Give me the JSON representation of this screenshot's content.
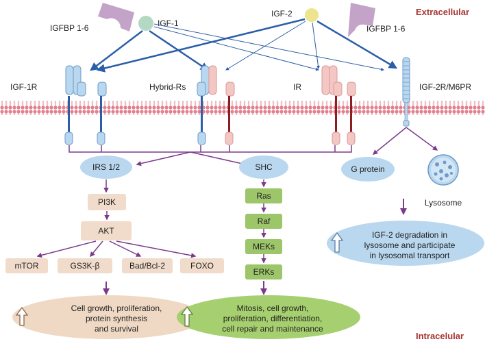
{
  "regions": {
    "extracellular": "Extracellular",
    "intracellular": "Intracelular"
  },
  "ligands": {
    "igf1": "IGF-1",
    "igf2": "IGF-2",
    "igfbp_left": "IGFBP 1-6",
    "igfbp_right": "IGFBP 1-6"
  },
  "receptors": {
    "igf1r": "IGF-1R",
    "hybrid": "Hybrid-Rs",
    "ir": "IR",
    "igf2r": "IGF-2R/M6PR"
  },
  "pathway_left": {
    "irs": "IRS 1/2",
    "pi3k": "PI3K",
    "akt": "AKT",
    "targets": [
      "mTOR",
      "GS3K-β",
      "Bad/Bcl-2",
      "FOXO"
    ],
    "outcome": [
      "Cell growth, proliferation,",
      "protein synthesis",
      "and survival"
    ]
  },
  "pathway_middle": {
    "shc": "SHC",
    "steps": [
      "Ras",
      "Raf",
      "MEKs",
      "ERKs"
    ],
    "outcome": [
      "Mitosis, cell growth,",
      "proliferation, differentiation,",
      "cell repair and maintenance"
    ]
  },
  "pathway_right": {
    "gprotein": "G protein",
    "lysosome": "Lysosome",
    "outcome": [
      "IGF-2 degradation in",
      "lysosome and participate",
      "in lysosomal transport"
    ]
  },
  "colors": {
    "region_label": "#a83232",
    "blue_arrow": "#2b5ea8",
    "purple_arrow": "#7b3a8c",
    "membrane": "#e2818e",
    "ellipse_blue": "#b9d7ee",
    "box_tan": "#f1dccb",
    "box_green": "#9dc56a",
    "outcome_tan": "#efd9c4",
    "outcome_green": "#a6cf6f",
    "outcome_blue": "#b9d7ee",
    "igfbp_purple": "#c4a3c9",
    "igf1_green": "#b3d9c3",
    "igf2_yellow": "#ece58e"
  }
}
